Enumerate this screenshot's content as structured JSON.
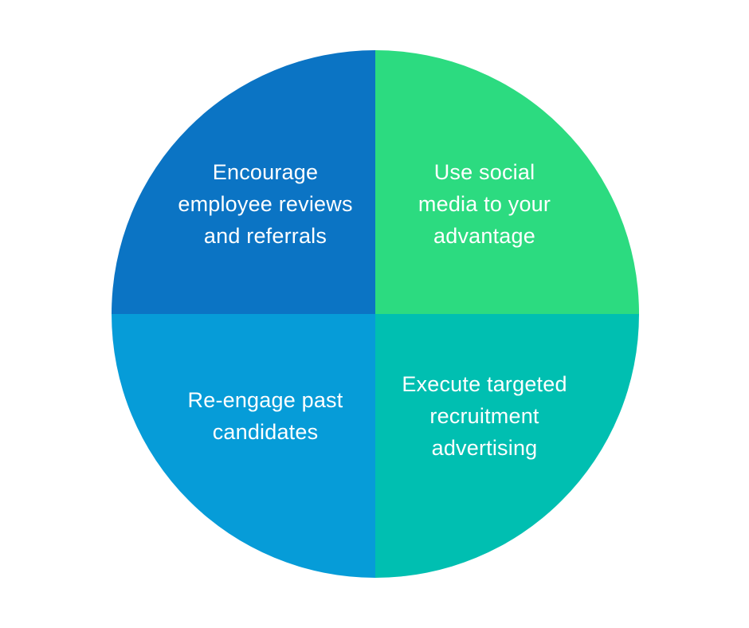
{
  "diagram": {
    "type": "quadrant-circle",
    "background_color": "#ffffff",
    "text_color": "#ffffff",
    "quadrants": [
      {
        "position": "top-left",
        "color": "#0b74c4",
        "label": "Encourage employee reviews and referrals",
        "lines": [
          "Encourage",
          "employee reviews",
          "and referrals"
        ]
      },
      {
        "position": "top-right",
        "color": "#2cdb80",
        "label": "Use social media to your advantage",
        "lines": [
          "Use social",
          "media to your",
          "advantage"
        ]
      },
      {
        "position": "bottom-left",
        "color": "#069cd8",
        "label": "Re-engage past candidates",
        "lines": [
          "Re-engage past",
          "candidates"
        ]
      },
      {
        "position": "bottom-right",
        "color": "#00bfb1",
        "label": "Execute targeted recruitment advertising",
        "lines": [
          "Execute targeted",
          "recruitment",
          "advertising"
        ]
      }
    ]
  }
}
